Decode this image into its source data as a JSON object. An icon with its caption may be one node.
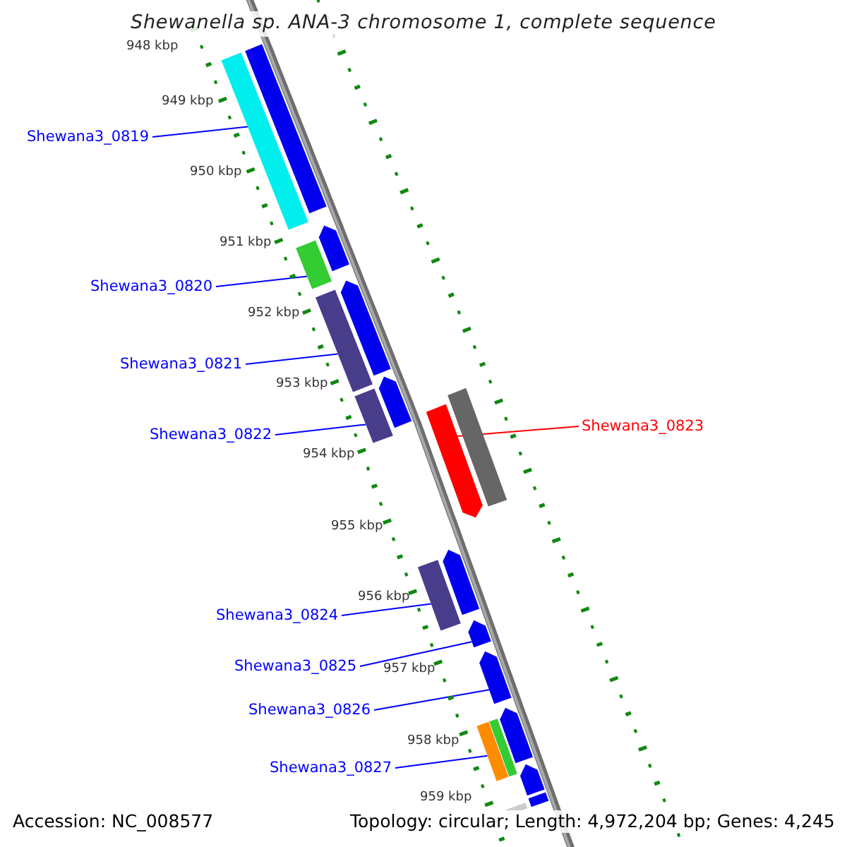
{
  "diagram": {
    "title": "Shewanella sp. ANA-3 chromosome 1, complete sequence",
    "nodes": [
      {
        "text": [
          "Shewana3_0819"
        ]
      },
      {
        "text": [],
        "shape": "bar"
      },
      {
        "text": [
          "Shewana3_0820"
        ]
      },
      {
        "text": [],
        "shape": "bar"
      },
      {
        "text": [
          "Shewana3_0821"
        ]
      },
      {
        "text": [],
        "shape": "bar"
      },
      {
        "text": [
          "Shewana3_0822"
        ]
      },
      {
        "text": [],
        "shape": "bar"
      },
      {
        "text": [
          "Shewana3_0823"
        ]
      },
      {
        "text": [],
        "shape": "bar"
      },
      {
        "text": [
          "Shewana3_0824"
        ]
      },
      {
        "text": [],
        "shape": "bar"
      },
      {
        "text": [
          "Shewana3_0825"
        ]
      },
      {
        "text": [],
        "shape": "bar"
      },
      {
        "text": [
          "Shewana3_0826"
        ]
      },
      {
        "text": [],
        "shape": "bar"
      },
      {
        "text": [
          "Shewana3_0827"
        ]
      },
      {
        "text": [],
        "shape": "bar"
      },
      {
        "text": [],
        "shape": "bar"
      },
      {
        "text": [],
        "shape": "bar"
      },
      {
        "text": [],
        "shape": "bar"
      },
      {
        "text": [],
        "shape": "bar"
      },
      {
        "text": [],
        "shape": "bar"
      },
      {
        "text": [],
        "shape": "bar"
      },
      {
        "text": [],
        "shape": "bar"
      },
      {
        "text": [],
        "shape": "bar"
      },
      {
        "text": [],
        "shape": "bar"
      },
      {
        "text": [],
        "shape": "bar"
      },
      {
        "text": [],
        "shape": "bar"
      }
    ],
    "edges": [
      {
        "from": 0,
        "to": 1,
        "arrow": "none"
      },
      {
        "from": 2,
        "to": 3,
        "arrow": "none"
      },
      {
        "from": 4,
        "to": 5,
        "arrow": "none"
      },
      {
        "from": 6,
        "to": 7,
        "arrow": "none"
      },
      {
        "from": 8,
        "to": 9,
        "arrow": "none",
        "color": "#ff0000"
      },
      {
        "from": 10,
        "to": 11,
        "arrow": "none"
      },
      {
        "from": 12,
        "to": 13,
        "arrow": "none"
      },
      {
        "from": 14,
        "to": 15,
        "arrow": "none"
      },
      {
        "from": 16,
        "to": 17,
        "arrow": "none"
      }
    ],
    "labels": [
      "948 kbp",
      "949 kbp",
      "950 kbp",
      "951 kbp",
      "952 kbp",
      "953 kbp",
      "954 kbp",
      "955 kbp",
      "956 kbp",
      "957 kbp",
      "958 kbp",
      "959 kbp",
      "Accession: NC_008577",
      "Topology: circular; Length: 4,972,204 bp; Genes: 4,245"
    ]
  }
}
